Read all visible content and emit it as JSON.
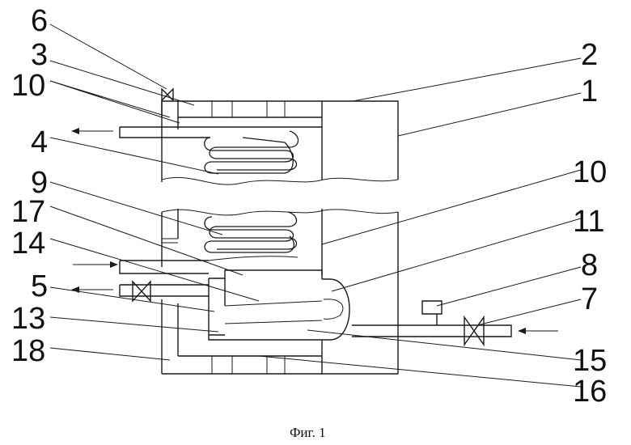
{
  "figure": {
    "caption": "Фиг. 1"
  },
  "labels": {
    "l6": "6",
    "l3": "3",
    "l10a": "10",
    "l4": "4",
    "l9": "9",
    "l17": "17",
    "l14": "14",
    "l5": "5",
    "l13": "13",
    "l18": "18",
    "l2": "2",
    "l1": "1",
    "l10b": "10",
    "l11": "11",
    "l8": "8",
    "l7": "7",
    "l15": "15",
    "l16": "16"
  }
}
